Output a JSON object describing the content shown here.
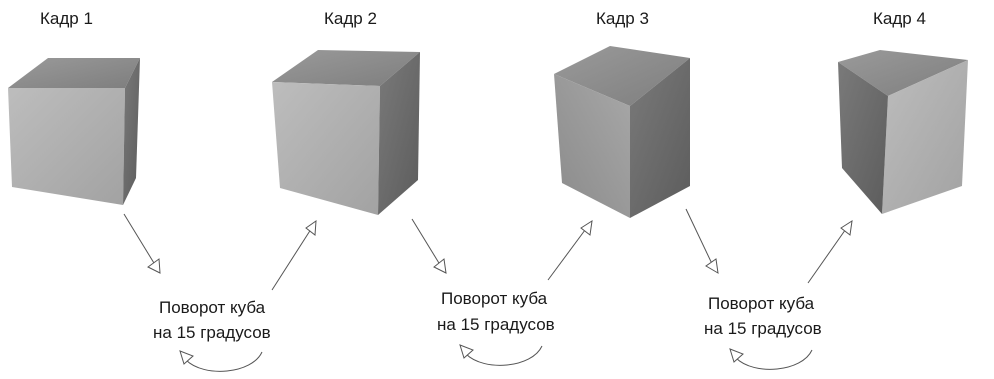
{
  "frames": [
    {
      "label": "Кадр 1"
    },
    {
      "label": "Кадр 2"
    },
    {
      "label": "Кадр 3"
    },
    {
      "label": "Кадр 4"
    }
  ],
  "rotations": [
    {
      "line1": "Поворот куба",
      "line2": "на 15 градусов"
    },
    {
      "line1": "Поворот куба",
      "line2": "на 15 градусов"
    },
    {
      "line1": "Поворот куба",
      "line2": "на 15 градусов"
    }
  ],
  "colors": {
    "cube_top": "#8e8e8e",
    "cube_front": "#b4b4b4",
    "cube_side": "#6e6e6e",
    "arrow": "#555555",
    "text": "#1a1a1a"
  }
}
